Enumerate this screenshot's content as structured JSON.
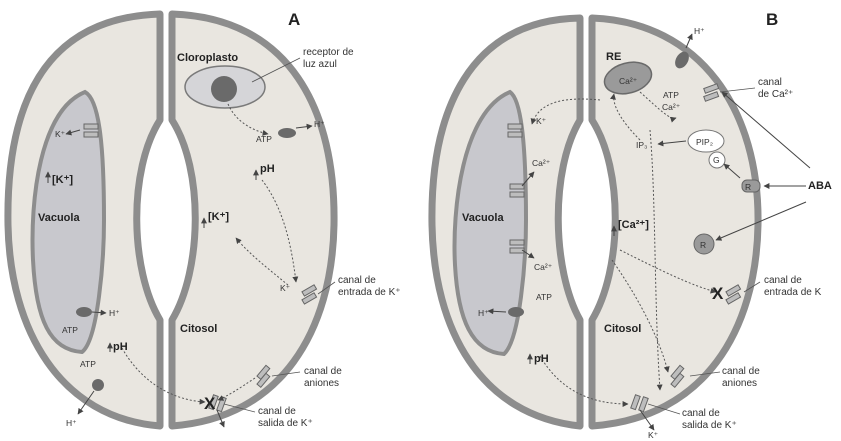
{
  "panel_a": {
    "letter": "A",
    "cloroplasto": "Cloroplasto",
    "receptor_line1": "receptor de",
    "receptor_line2": "luz azul",
    "h_plus": "H⁺",
    "atp": "ATP",
    "ph_cyt": "pH",
    "k_cyt": "[K⁺]",
    "k_vac_ion": "K⁺",
    "k_vac_conc": "[K⁺]",
    "vacuola": "Vacuola",
    "h_vac": "H⁺",
    "atp_vac": "ATP",
    "atp_out": "ATP",
    "h_out": "H⁺",
    "ph_bottom": "pH",
    "citosol": "Citosol",
    "k_channel_ion": "K⁺",
    "canal_entrada_1": "canal de",
    "canal_entrada_2": "entrada de K⁺",
    "canal_aniones_1": "canal de",
    "canal_aniones_2": "aniones",
    "canal_salida_1": "canal de",
    "canal_salida_2": "salida de K⁺",
    "x_mark": "X"
  },
  "panel_b": {
    "letter": "B",
    "re": "RE",
    "ca_re": "Ca²⁺",
    "h_top": "H⁺",
    "atp": "ATP",
    "ca_top": "Ca²⁺",
    "canal_ca_1": "canal",
    "canal_ca_2": "de Ca²⁺",
    "ip3": "IP₃",
    "pip2": "PIP₂",
    "g": "G",
    "r1": "R",
    "r2": "R",
    "aba": "ABA",
    "k_vac": "K⁺",
    "ca_vac1": "Ca²⁺",
    "ca_vac2": "Ca²⁺",
    "vacuola": "Vacuola",
    "ca_conc": "[Ca²⁺]",
    "citosol": "Citosol",
    "h_vac": "H⁺",
    "atp_vac": "ATP",
    "ph": "pH",
    "canal_entrada_1": "canal de",
    "canal_entrada_2": "entrada de K",
    "canal_aniones_1": "canal de",
    "canal_aniones_2": "aniones",
    "canal_salida_1": "canal de",
    "canal_salida_2": "salida de K⁺",
    "k_out": "K⁺",
    "x_mark": "X"
  },
  "colors": {
    "cell_fill": "#e9e6e0",
    "cell_wall": "#8d8d8d",
    "vacuole_fill": "#c8c8cd",
    "dark_part": "#6a6a6a",
    "text": "#333333"
  }
}
